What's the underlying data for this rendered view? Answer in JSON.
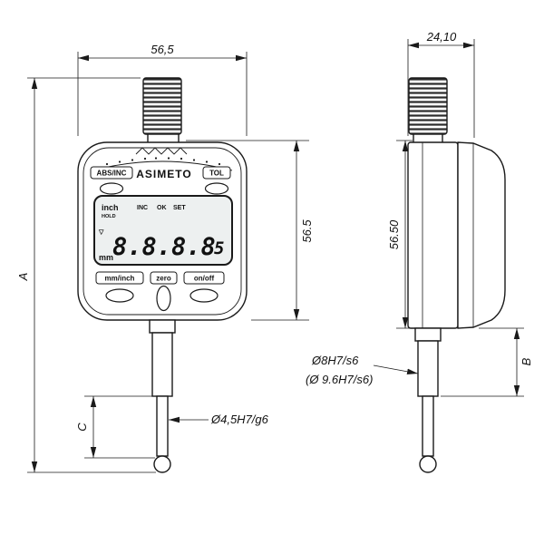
{
  "device": {
    "brand": "ASIMETO",
    "top_buttons": {
      "abs_inc": "ABS/INC",
      "tol": "TOL"
    },
    "bottom_buttons": {
      "mm_inch": "mm/inch",
      "zero": "zero",
      "on_off": "on/off"
    },
    "lcd": {
      "unit_inch": "inch",
      "hold": "HOLD",
      "inc": "INC",
      "ok": "OK",
      "set": "SET",
      "digits_main": "8.8.8.8",
      "digits_last": "5",
      "tol_symbol": "▽",
      "unit_mm": "mm"
    }
  },
  "dimensions": {
    "front_width": "56,5",
    "side_depth": "24,10",
    "overall_height": "A",
    "front_body_height": "56.5",
    "side_body_height": "56.50",
    "stem_length": "B",
    "spindle_travel": "C",
    "spindle_diameter": "Ø4,5H7/g6",
    "stem_diameter": "Ø8H7/s6",
    "stem_diameter_alt": "(Ø 9.6H7/s6)"
  },
  "colors": {
    "line": "#1a1a1a",
    "lcd_fill": "#edf0f0",
    "background": "#ffffff"
  }
}
